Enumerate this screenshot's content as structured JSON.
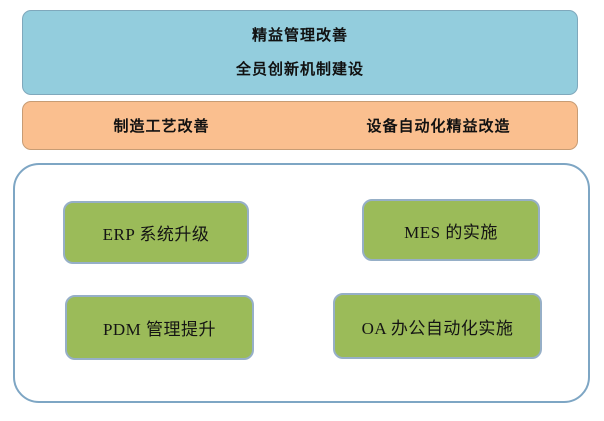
{
  "colors": {
    "blue_banner_fill": "#93CDDD",
    "blue_banner_border": "#7FA8BC",
    "orange_banner_fill": "#FABF8F",
    "orange_banner_border": "#C79C74",
    "green_box_fill": "#9BBB59",
    "green_box_border": "#96AFC7",
    "container_border": "#7EA6C4",
    "text": "#111111"
  },
  "top_banner": {
    "line1": "精益管理改善",
    "line2": "全员创新机制建设"
  },
  "middle_banner": {
    "left": "制造工艺改善",
    "right": "设备自动化精益改造"
  },
  "it_systems": {
    "items": [
      {
        "label": "ERP 系统升级"
      },
      {
        "label": "MES 的实施"
      },
      {
        "label": "PDM 管理提升"
      },
      {
        "label": "OA 办公自动化实施"
      }
    ]
  }
}
